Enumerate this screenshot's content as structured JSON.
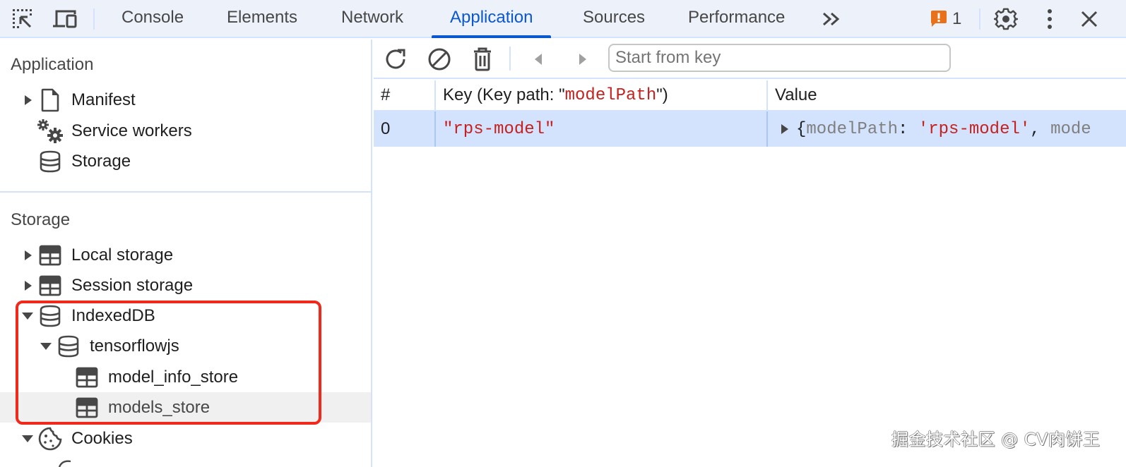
{
  "topbar": {
    "tabs": [
      {
        "label": "Console",
        "active": false
      },
      {
        "label": "Elements",
        "active": false
      },
      {
        "label": "Network",
        "active": false
      },
      {
        "label": "Application",
        "active": true
      },
      {
        "label": "Sources",
        "active": false
      },
      {
        "label": "Performance",
        "active": false
      }
    ],
    "more_tabs_icon": "chevron-double-right-icon",
    "issues_count": "1",
    "accent_color": "#0b57d0",
    "issue_badge_color": "#e8711a"
  },
  "sidebar": {
    "application_section": {
      "title": "Application",
      "items": [
        {
          "label": "Manifest",
          "icon": "document-icon",
          "expandable": true
        },
        {
          "label": "Service workers",
          "icon": "gears-icon",
          "expandable": false
        },
        {
          "label": "Storage",
          "icon": "database-icon",
          "expandable": false
        }
      ]
    },
    "storage_section": {
      "title": "Storage",
      "items": [
        {
          "label": "Local storage",
          "icon": "table-icon",
          "expanded": false
        },
        {
          "label": "Session storage",
          "icon": "table-icon",
          "expanded": false
        },
        {
          "label": "IndexedDB",
          "icon": "database-icon",
          "expanded": true
        },
        {
          "label": "tensorflowjs",
          "icon": "database-icon",
          "expanded": true
        },
        {
          "label": "model_info_store",
          "icon": "table-icon"
        },
        {
          "label": "models_store",
          "icon": "table-icon",
          "selected": true
        },
        {
          "label": "Cookies",
          "icon": "cookie-icon",
          "expanded": true
        }
      ]
    }
  },
  "main": {
    "toolbar": {
      "refresh_icon": "refresh-icon",
      "clear_icon": "clear-icon",
      "delete_icon": "delete-icon",
      "prev_icon": "prev-page-icon",
      "next_icon": "next-page-icon",
      "start_key_placeholder": "Start from key",
      "start_key_value": ""
    },
    "table": {
      "headers": {
        "index": "#",
        "key_prefix": "Key (Key path: \"",
        "key_path": "modelPath",
        "key_suffix": "\")",
        "value": "Value"
      },
      "rows": [
        {
          "index": "0",
          "key": "\"rps-model\"",
          "value_open": "{",
          "value_prop": "modelPath",
          "value_colon": ": ",
          "value_str": "'rps-model'",
          "value_comma": ", ",
          "value_more": "mode"
        }
      ]
    }
  },
  "watermark": "掘金技术社区 @ CV肉饼王"
}
